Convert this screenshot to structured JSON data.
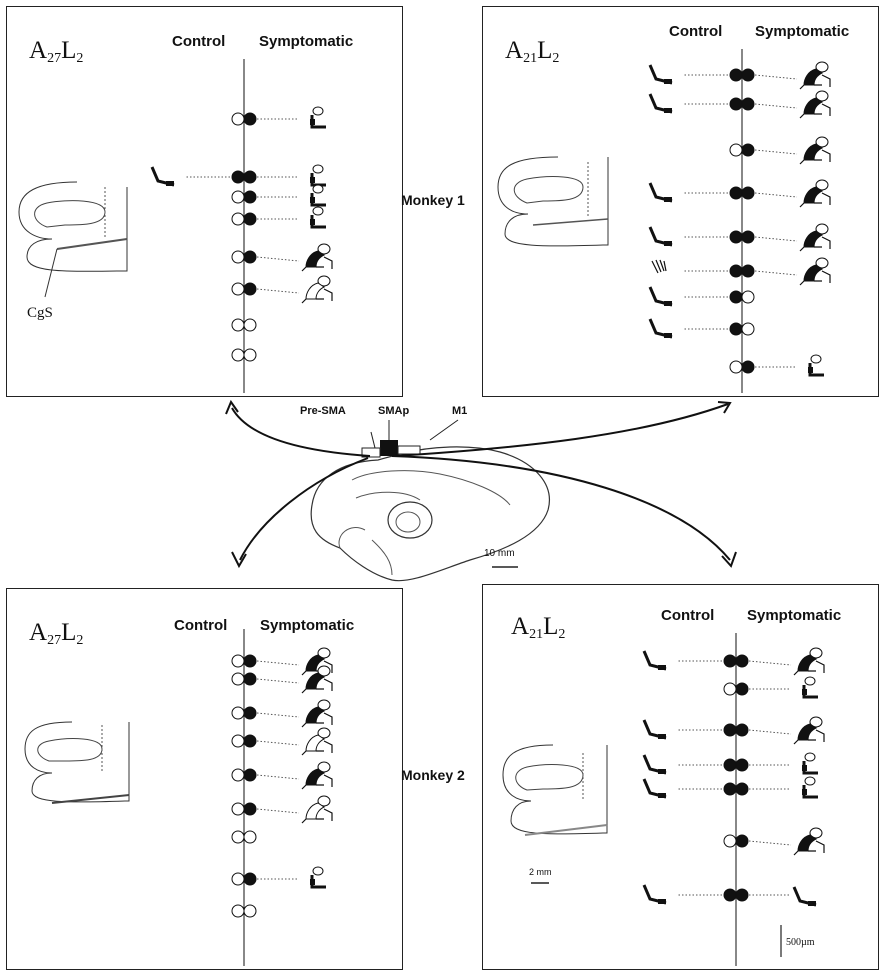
{
  "colors": {
    "ink": "#111111",
    "dotted": "#555555",
    "paper": "#ffffff"
  },
  "labels": {
    "control": "Control",
    "symptomatic": "Symptomatic",
    "monkey1": "Monkey 1",
    "monkey2": "Monkey 2",
    "pre_sma": "Pre-SMA",
    "smap": "SMAp",
    "m1": "M1",
    "cgs": "CgS",
    "scale_10mm": "10 mm",
    "scale_2mm": "2 mm",
    "scale_500um": "500µm"
  },
  "panels": [
    {
      "id": "m1-a27",
      "monkey": 1,
      "section_letter": "A",
      "section_a": "27",
      "section_l": "2",
      "sites": [
        {
          "control": "open",
          "symptomatic": "filled",
          "symptom": "arm-bent",
          "control_icon": ""
        },
        {
          "control": "filled",
          "symptomatic": "filled",
          "symptom": "arm-bent",
          "control_icon": "arm"
        },
        {
          "control": "open",
          "symptomatic": "filled",
          "symptom": "arm-bent",
          "control_icon": ""
        },
        {
          "control": "open",
          "symptomatic": "filled",
          "symptom": "arm-bent",
          "control_icon": ""
        },
        {
          "control": "open",
          "symptomatic": "filled",
          "symptom": "crouch-dark",
          "control_icon": ""
        },
        {
          "control": "open",
          "symptomatic": "filled",
          "symptom": "crouch",
          "control_icon": ""
        },
        {
          "control": "open",
          "symptomatic": "open",
          "symptom": "",
          "control_icon": ""
        },
        {
          "control": "open",
          "symptomatic": "open",
          "symptom": "",
          "control_icon": ""
        }
      ]
    },
    {
      "id": "m1-a21",
      "monkey": 1,
      "section_letter": "A",
      "section_a": "21",
      "section_l": "2",
      "sites": [
        {
          "control": "filled",
          "symptomatic": "filled",
          "symptom": "crouch-dark",
          "control_icon": "arm"
        },
        {
          "control": "filled",
          "symptomatic": "filled",
          "symptom": "crouch-dark",
          "control_icon": "arm"
        },
        {
          "control": "open",
          "symptomatic": "filled",
          "symptom": "crouch-dark",
          "control_icon": ""
        },
        {
          "control": "filled",
          "symptomatic": "filled",
          "symptom": "crouch-dark",
          "control_icon": "arm"
        },
        {
          "control": "filled",
          "symptomatic": "filled",
          "symptom": "crouch-dark",
          "control_icon": "arm"
        },
        {
          "control": "filled",
          "symptomatic": "filled",
          "symptom": "crouch-dark",
          "control_icon": "hand"
        },
        {
          "control": "filled",
          "symptomatic": "open",
          "symptom": "",
          "control_icon": "arm"
        },
        {
          "control": "filled",
          "symptomatic": "open",
          "symptom": "",
          "control_icon": "arm"
        },
        {
          "control": "open",
          "symptomatic": "filled",
          "symptom": "arm-bent",
          "control_icon": ""
        }
      ]
    },
    {
      "id": "m2-a27",
      "monkey": 2,
      "section_letter": "A",
      "section_a": "27",
      "section_l": "2",
      "sites": [
        {
          "control": "open",
          "symptomatic": "filled",
          "symptom": "crouch-dark",
          "control_icon": ""
        },
        {
          "control": "open",
          "symptomatic": "filled",
          "symptom": "crouch-dark",
          "control_icon": ""
        },
        {
          "control": "open",
          "symptomatic": "filled",
          "symptom": "crouch-dark",
          "control_icon": ""
        },
        {
          "control": "open",
          "symptomatic": "filled",
          "symptom": "crouch",
          "control_icon": ""
        },
        {
          "control": "open",
          "symptomatic": "filled",
          "symptom": "crouch-dark",
          "control_icon": ""
        },
        {
          "control": "open",
          "symptomatic": "filled",
          "symptom": "crouch",
          "control_icon": ""
        },
        {
          "control": "open",
          "symptomatic": "open",
          "symptom": "",
          "control_icon": ""
        },
        {
          "control": "open",
          "symptomatic": "filled",
          "symptom": "arm-bent",
          "control_icon": ""
        },
        {
          "control": "open",
          "symptomatic": "open",
          "symptom": "",
          "control_icon": ""
        }
      ]
    },
    {
      "id": "m2-a21",
      "monkey": 2,
      "section_letter": "A",
      "section_a": "21",
      "section_l": "2",
      "sites": [
        {
          "control": "filled",
          "symptomatic": "filled",
          "symptom": "crouch-dark",
          "control_icon": "arm"
        },
        {
          "control": "open",
          "symptomatic": "filled",
          "symptom": "arm-bent",
          "control_icon": ""
        },
        {
          "control": "filled",
          "symptomatic": "filled",
          "symptom": "crouch-dark",
          "control_icon": "arm"
        },
        {
          "control": "filled",
          "symptomatic": "filled",
          "symptom": "arm-bent",
          "control_icon": "arm"
        },
        {
          "control": "filled",
          "symptomatic": "filled",
          "symptom": "arm-bent",
          "control_icon": "arm"
        },
        {
          "control": "open",
          "symptomatic": "filled",
          "symptom": "crouch-dark",
          "control_icon": ""
        },
        {
          "control": "filled",
          "symptomatic": "filled",
          "symptom": "arm",
          "control_icon": "arm"
        }
      ]
    }
  ]
}
